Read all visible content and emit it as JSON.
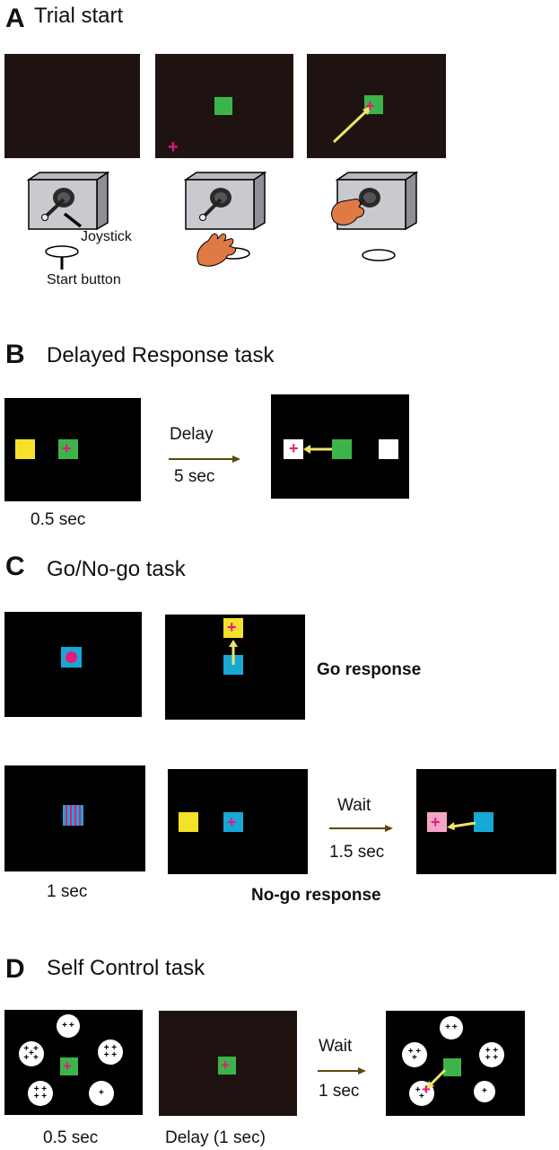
{
  "colors": {
    "panel": "#000000",
    "panel_brown": "#1e1310",
    "green": "#3cb44a",
    "yellow": "#f5e02a",
    "cyan": "#17a8d6",
    "magenta": "#e6197d",
    "white_target": "#ffffff",
    "pink_target": "#f4a6c6",
    "arrow": "#efe46a",
    "hand": "#e07a45"
  },
  "sectionA": {
    "letter": "A",
    "title": "Trial start",
    "labels": {
      "joystick": "Joystick",
      "start_button": "Start button"
    }
  },
  "sectionB": {
    "letter": "B",
    "title": "Delayed Response task",
    "caption_cue": "0.5 sec",
    "delay_label": "Delay",
    "delay_time": "5 sec"
  },
  "sectionC": {
    "letter": "C",
    "title": "Go/No-go task",
    "go_label": "Go response",
    "cue_time": "1 sec",
    "wait_label": "Wait",
    "wait_time": "1.5 sec",
    "nogo_label": "No-go response"
  },
  "sectionD": {
    "letter": "D",
    "title": "Self Control task",
    "caption_cue": "0.5 sec",
    "caption_delay": "Delay (1 sec)",
    "wait_label": "Wait",
    "wait_time": "1 sec"
  }
}
